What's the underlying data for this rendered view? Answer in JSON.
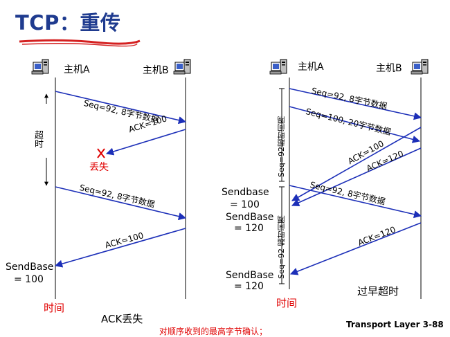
{
  "title": "TCP：重传",
  "left": {
    "host_a": "主机A",
    "host_b": "主机B",
    "timeout_label": "超时",
    "lost_label": "丢失",
    "seg1": "Seq=92, 8字节数据",
    "ack1": "ACK=100",
    "seg2": "Seq=92, 8字节数据",
    "ack2": "ACK=100",
    "sendbase_label": "SendBase",
    "sendbase_value": "= 100",
    "time_label": "时间",
    "caption": "ACK丢失"
  },
  "right": {
    "host_a": "主机A",
    "host_b": "主机B",
    "timeout1_label": "Seq=92超时间隔",
    "timeout2_label": "Seq=92 超时间隔",
    "seg1": "Seq=92, 8字节数据",
    "seg2": "Seq=100, 20字节数据",
    "ack1": "ACK=100",
    "ack2": "ACK=120",
    "seg3": "Seq=92, 8字节数据",
    "ack3": "ACK=120",
    "sendbase1_label": "Sendbase",
    "sendbase1_value": "= 100",
    "sendbase2_label": "SendBase",
    "sendbase2_value": "= 120",
    "sendbase3_label": "SendBase",
    "sendbase3_value": "= 120",
    "time_label": "时间",
    "caption": "过早超时"
  },
  "footer_note": "对顺序收到的最高字节确认；",
  "footer_source": "Transport Layer  3-88",
  "colors": {
    "arrow": "#1c2fb8",
    "title": "#1f3b8f",
    "red": "#e00000",
    "underline": "#d42020"
  }
}
